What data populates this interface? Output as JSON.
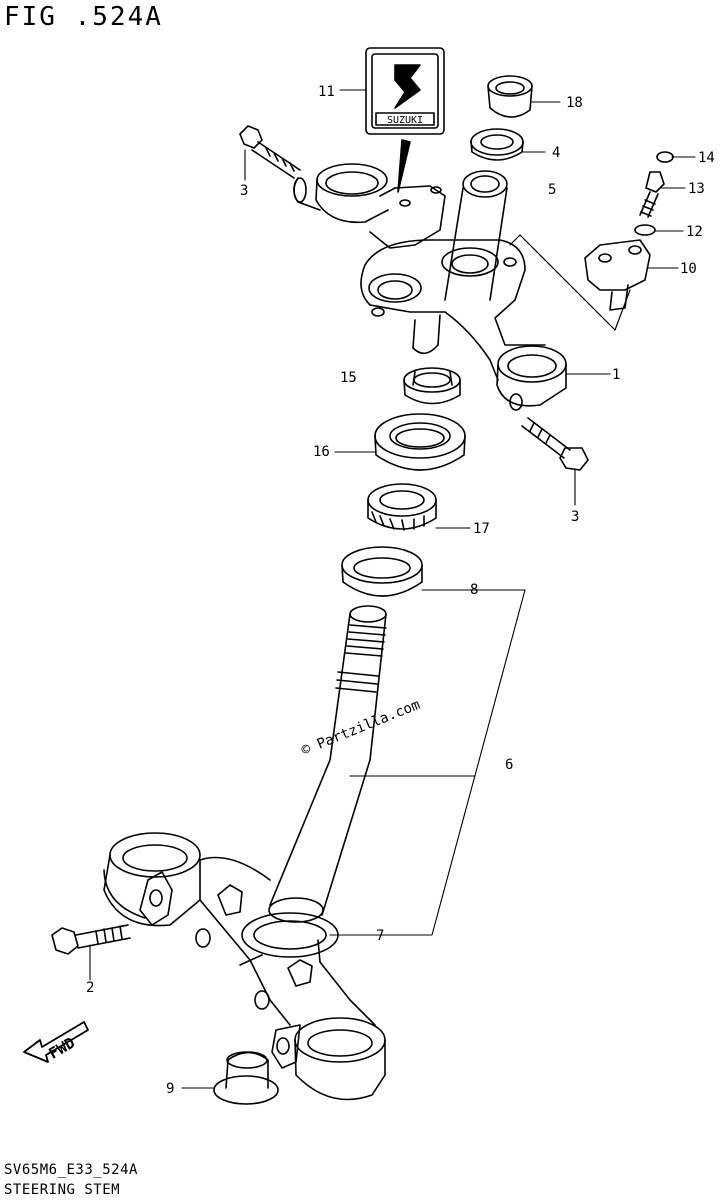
{
  "figure": {
    "title": "FIG .524A",
    "code": "SV65M6_E33_524A",
    "name": "STEERING STEM"
  },
  "watermark": "© Partzilla.com",
  "logo": {
    "text": "SUZUKI"
  },
  "fwd_arrow": {
    "label": "FWD"
  },
  "callouts": [
    {
      "id": "1",
      "label": "1"
    },
    {
      "id": "2",
      "label": "2"
    },
    {
      "id": "3a",
      "label": "3"
    },
    {
      "id": "3b",
      "label": "3"
    },
    {
      "id": "4",
      "label": "4"
    },
    {
      "id": "5",
      "label": "5"
    },
    {
      "id": "6",
      "label": "6"
    },
    {
      "id": "7",
      "label": "7"
    },
    {
      "id": "8",
      "label": "8"
    },
    {
      "id": "9",
      "label": "9"
    },
    {
      "id": "10",
      "label": "10"
    },
    {
      "id": "11",
      "label": "11"
    },
    {
      "id": "12",
      "label": "12"
    },
    {
      "id": "13",
      "label": "13"
    },
    {
      "id": "14",
      "label": "14"
    },
    {
      "id": "15",
      "label": "15"
    },
    {
      "id": "16",
      "label": "16"
    },
    {
      "id": "17",
      "label": "17"
    },
    {
      "id": "18",
      "label": "18"
    }
  ]
}
